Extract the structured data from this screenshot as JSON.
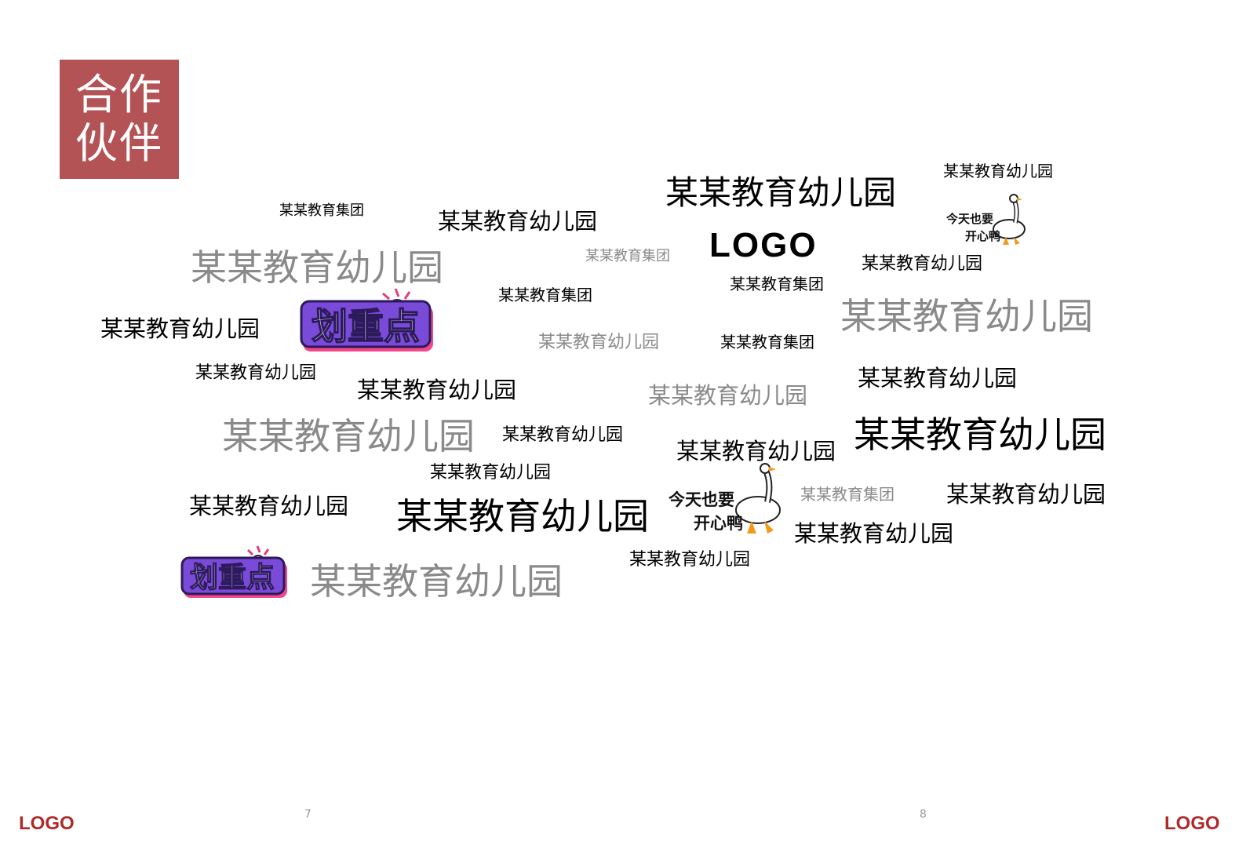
{
  "title": {
    "line1": "合作",
    "line2": "伙伴"
  },
  "cloud": {
    "w01": "某某教育幼儿园",
    "w02": "某某教育幼儿园",
    "w03": "某某教育集团",
    "w04": "某某教育幼儿园",
    "w05": "某某教育幼儿园",
    "w06": "某某教育集团",
    "w07": "某某教育幼儿园",
    "w08": "某某教育集团",
    "w09": "某某教育集团",
    "w10": "某某教育幼儿园",
    "w11": "某某教育幼儿园",
    "w12": "某某教育幼儿园",
    "w13": "某某教育集团",
    "w14": "某某教育幼儿园",
    "w15": "某某教育幼儿园",
    "w16": "某某教育幼儿园",
    "w17": "某某教育幼儿园",
    "w18": "某某教育幼儿园",
    "w19": "某某教育幼儿园",
    "w20": "某某教育幼儿园",
    "w21": "某某教育幼儿园",
    "w22": "某某教育幼儿园",
    "w23": "某某教育幼儿园",
    "w24": "某某教育集团",
    "w25": "某某教育幼儿园",
    "w26": "某某教育幼儿园",
    "w27": "某某教育幼儿园",
    "w28": "某某教育幼儿园",
    "w29": "某某教育幼儿园",
    "logo": "LOGO"
  },
  "stickers": {
    "highlight_text": "划重点",
    "goose_text_1": "今天也要",
    "goose_text_2": "开心鸭"
  },
  "footer": {
    "logo_left": "LOGO",
    "logo_right": "LOGO",
    "page_left": "7",
    "page_right": "8"
  },
  "colors": {
    "title_bg": "#b45355",
    "footer_logo": "#b02a2a",
    "gray_text": "#8a8a8a"
  }
}
